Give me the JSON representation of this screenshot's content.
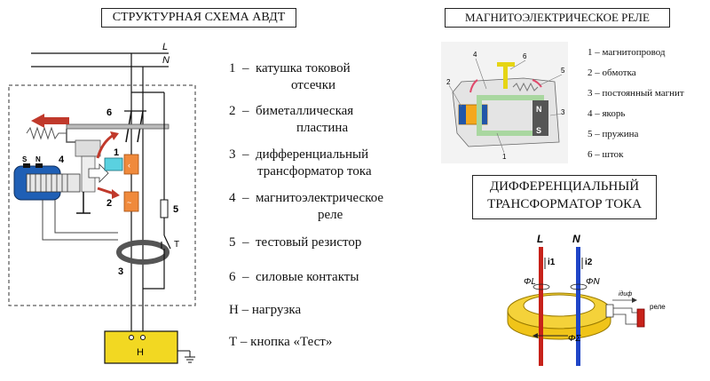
{
  "titles": {
    "left": "СТРУКТУРНАЯ СХЕМА АВДТ",
    "relay": "МАГНИТОЭЛЕКТРИЧЕСКОЕ РЕЛЕ",
    "transformer_line1": "ДИФФЕРЕНЦИАЛЬНЫЙ",
    "transformer_line2": "ТРАНСФОРМАТОР ТОКА"
  },
  "legend": [
    {
      "num": "1",
      "line1": "катушка токовой",
      "line2": "отсечки"
    },
    {
      "num": "2",
      "line1": "биметаллическая",
      "line2": "пластина"
    },
    {
      "num": "3",
      "line1": "дифференциальный",
      "line2": "трансформатор  тока"
    },
    {
      "num": "4",
      "line1": "магнитоэлектрическое",
      "line2": "реле"
    },
    {
      "num": "5",
      "line1": "тестовый   резистор",
      "line2": ""
    },
    {
      "num": "6",
      "line1": "силовые контакты",
      "line2": ""
    },
    {
      "num": "Н",
      "line1": "нагрузка",
      "line2": ""
    },
    {
      "num": "Т",
      "line1": "кнопка «Тест»",
      "line2": ""
    }
  ],
  "relay_legend": [
    "1 – магнитопровод",
    "2 – обмотка",
    "3 – постоянный магнит",
    "4 – якорь",
    "5 – пружина",
    "6 – шток"
  ],
  "schematic_labels": {
    "L": "L",
    "N": "N",
    "n1": "1",
    "n2": "2",
    "n3": "3",
    "n4": "4",
    "n5": "5",
    "n6": "6",
    "T": "T",
    "H": "Н",
    "S": "S",
    "Nmag": "N"
  },
  "relay_labels": {
    "n1": "1",
    "n2": "2",
    "n3": "3",
    "n4": "4",
    "n5": "5",
    "n6": "6",
    "N": "N",
    "S": "S"
  },
  "transformer_labels": {
    "L": "L",
    "N": "N",
    "i1": "i1",
    "i2": "i2",
    "phiL": "ΦL",
    "phiN": "ΦN",
    "phiSum": "ΦΣ",
    "iDiff": "iдиф",
    "rele": "реле"
  },
  "colors": {
    "accent_red": "#c0392b",
    "coil_blue": "#1f5fb5",
    "load_yellow": "#f2d822",
    "ring_yellow": "#f4d23a"
  }
}
